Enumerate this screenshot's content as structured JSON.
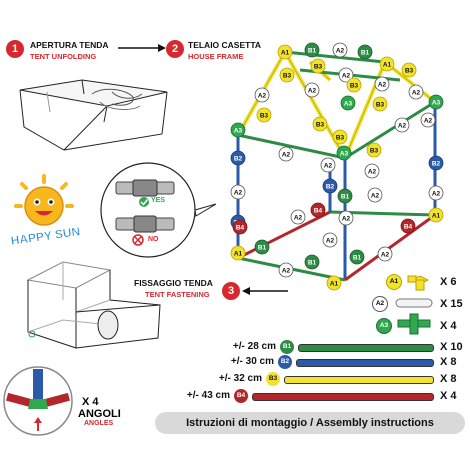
{
  "steps": [
    {
      "num": "1",
      "title": "APERTURA TENDA",
      "subtitle": "TENT UNFOLDING"
    },
    {
      "num": "2",
      "title": "TELAIO CASETTA",
      "subtitle": "HOUSE FRAME"
    },
    {
      "num": "3",
      "title": "FISSAGGIO TENDA",
      "subtitle": "TENT FASTENING"
    }
  ],
  "connection_check": {
    "yes_label": "YES",
    "no_label": "NO"
  },
  "brand": "HAPPY SUN",
  "angles": {
    "quantity": "X 4",
    "label": "ANGOLI",
    "sublabel": "ANGLES"
  },
  "connectors": [
    {
      "code": "A1",
      "qty": "X 6",
      "color": "#f2e22b"
    },
    {
      "code": "A2",
      "qty": "X 15",
      "color": "#ffffff"
    },
    {
      "code": "A3",
      "qty": "X 4",
      "color": "#2fa84f"
    }
  ],
  "rods": [
    {
      "length": "+/- 28 cm",
      "code": "B1",
      "qty": "X 10",
      "color": "#2e8b45"
    },
    {
      "length": "+/- 30 cm",
      "code": "B2",
      "qty": "X 8",
      "color": "#2a5aa8"
    },
    {
      "length": "+/- 32 cm",
      "code": "B3",
      "qty": "X 8",
      "color": "#f2e22b"
    },
    {
      "length": "+/- 43 cm",
      "code": "B4",
      "qty": "X 4",
      "color": "#b3262b"
    }
  ],
  "frame_labels": {
    "a1": "A1",
    "a2": "A2",
    "a3": "A3",
    "b1": "B1",
    "b2": "B2",
    "b3": "B3",
    "b4": "B4"
  },
  "footer": "Istruzioni di montaggio / Assembly instructions"
}
